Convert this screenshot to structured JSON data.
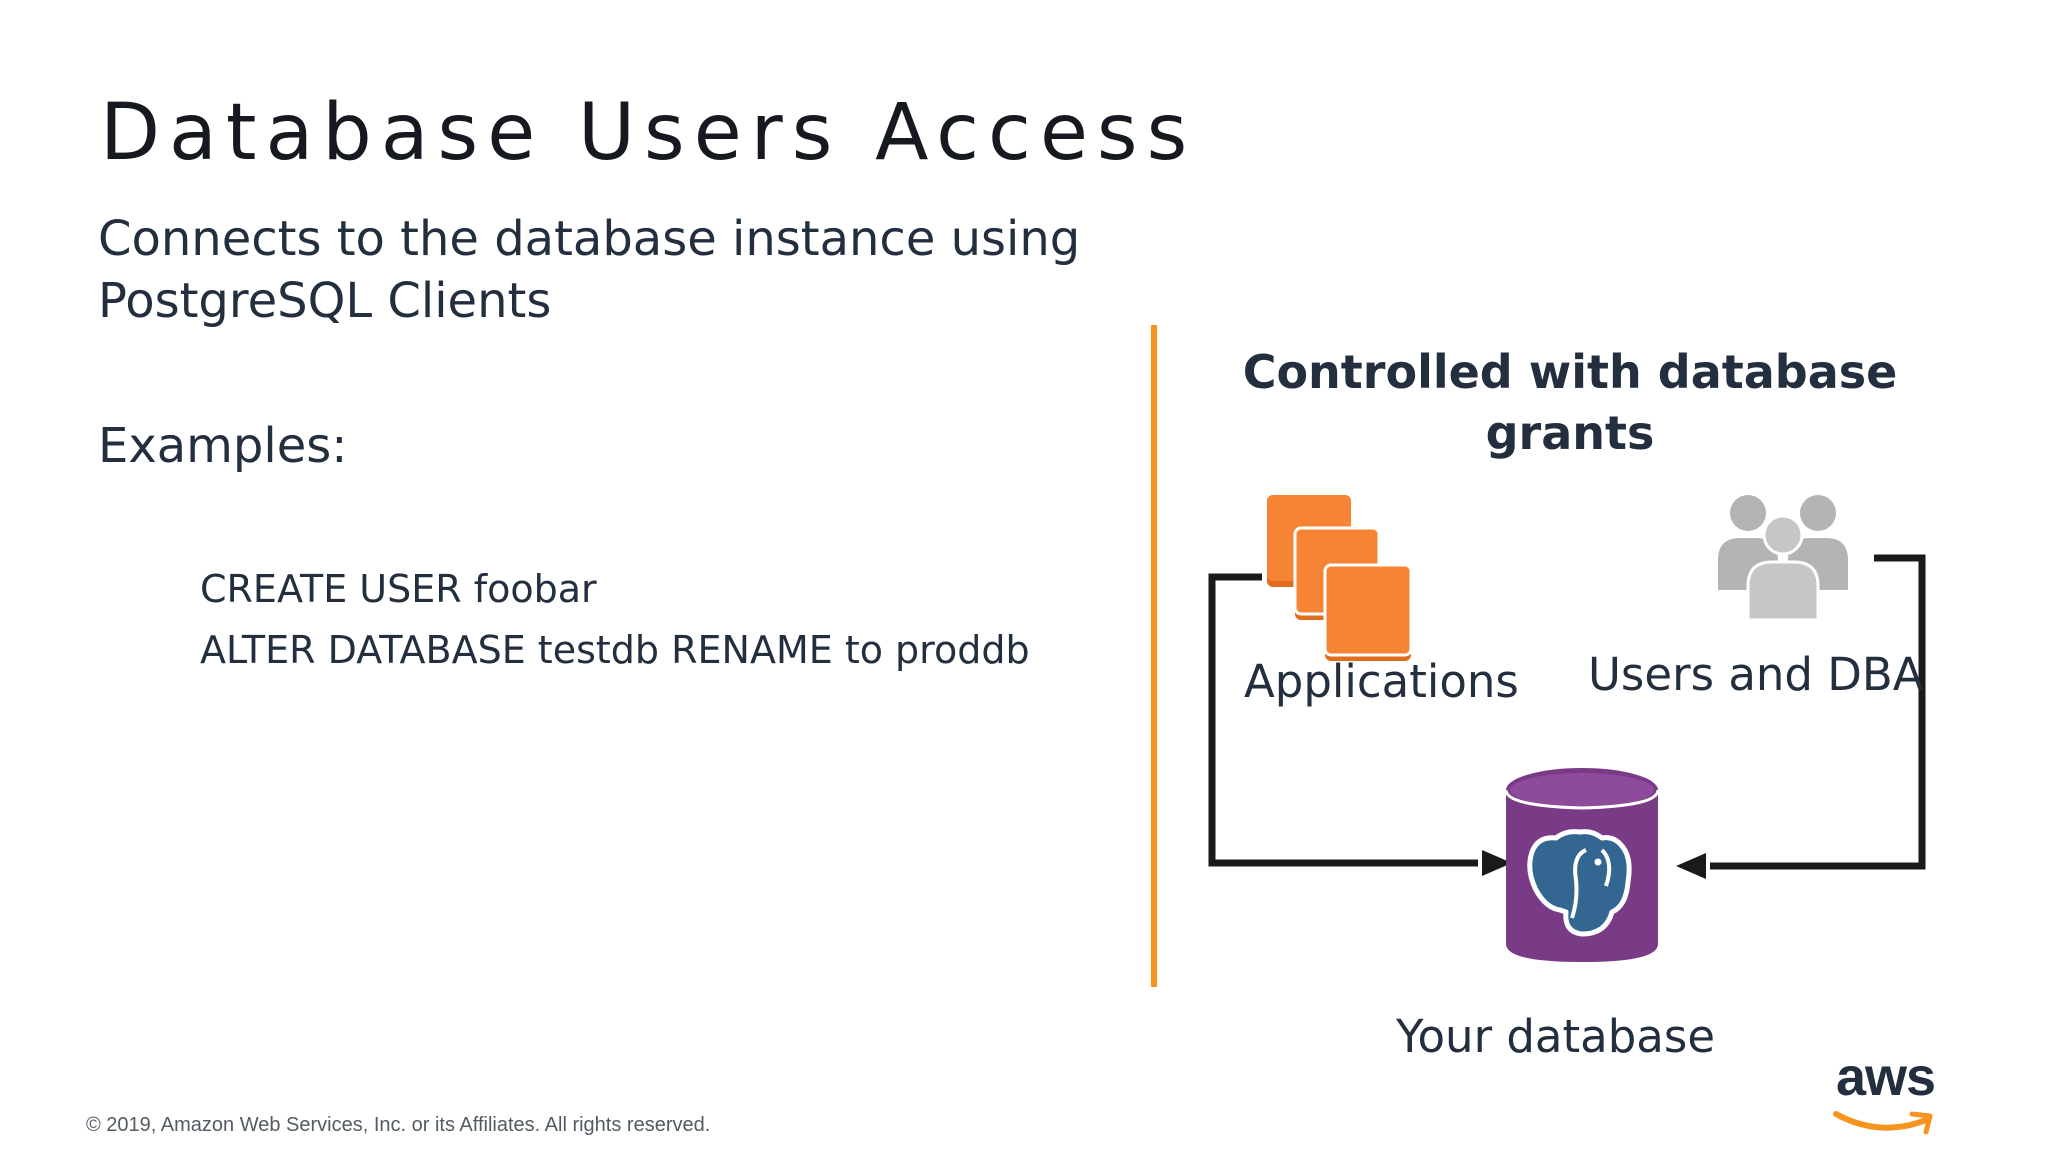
{
  "slide": {
    "title": "Database Users Access",
    "subtitle": "Connects to the database instance using PostgreSQL Clients",
    "examples_label": "Examples:",
    "examples": [
      "CREATE USER foobar",
      "ALTER DATABASE testdb RENAME to proddb"
    ],
    "copyright": "© 2019, Amazon Web Services, Inc. or its Affiliates. All rights reserved."
  },
  "diagram": {
    "heading": "Controlled with database grants",
    "applications_label": "Applications",
    "users_label": "Users and DBA",
    "database_label": "Your database",
    "icons": {
      "applications": "stacked-orange-squares-icon",
      "users": "people-group-icon",
      "database": "postgresql-elephant-database-icon"
    }
  },
  "brand": {
    "logo_text": "aws"
  },
  "colors": {
    "divider": "#f7941d",
    "applications_icon": "#f58534",
    "database_cylinder": "#7a3b86",
    "elephant": "#336791",
    "users_icon": "#b0b0b0",
    "arrows": "#1a1a1a",
    "aws_smile": "#f7941d"
  }
}
